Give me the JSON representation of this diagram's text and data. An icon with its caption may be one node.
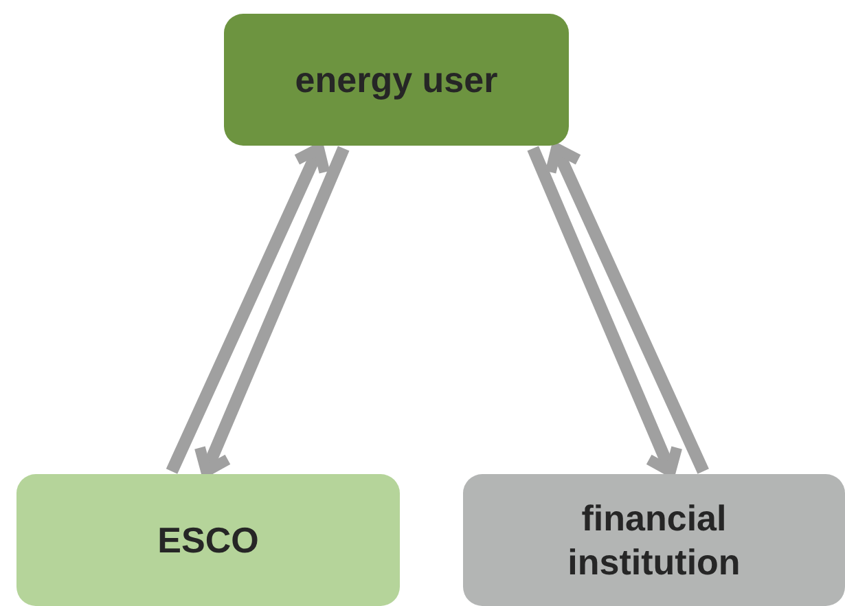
{
  "diagram": {
    "nodes": [
      {
        "text": [
          "energy user"
        ]
      },
      {
        "text": [
          "ESCO"
        ]
      },
      {
        "text": [
          "financial institution"
        ]
      }
    ],
    "edges": [
      {
        "from": 1,
        "to": 0,
        "arrow": "to"
      },
      {
        "from": 0,
        "to": 1,
        "arrow": "to"
      },
      {
        "from": 0,
        "to": 2,
        "arrow": "to"
      },
      {
        "from": 2,
        "to": 0,
        "arrow": "to"
      }
    ]
  }
}
